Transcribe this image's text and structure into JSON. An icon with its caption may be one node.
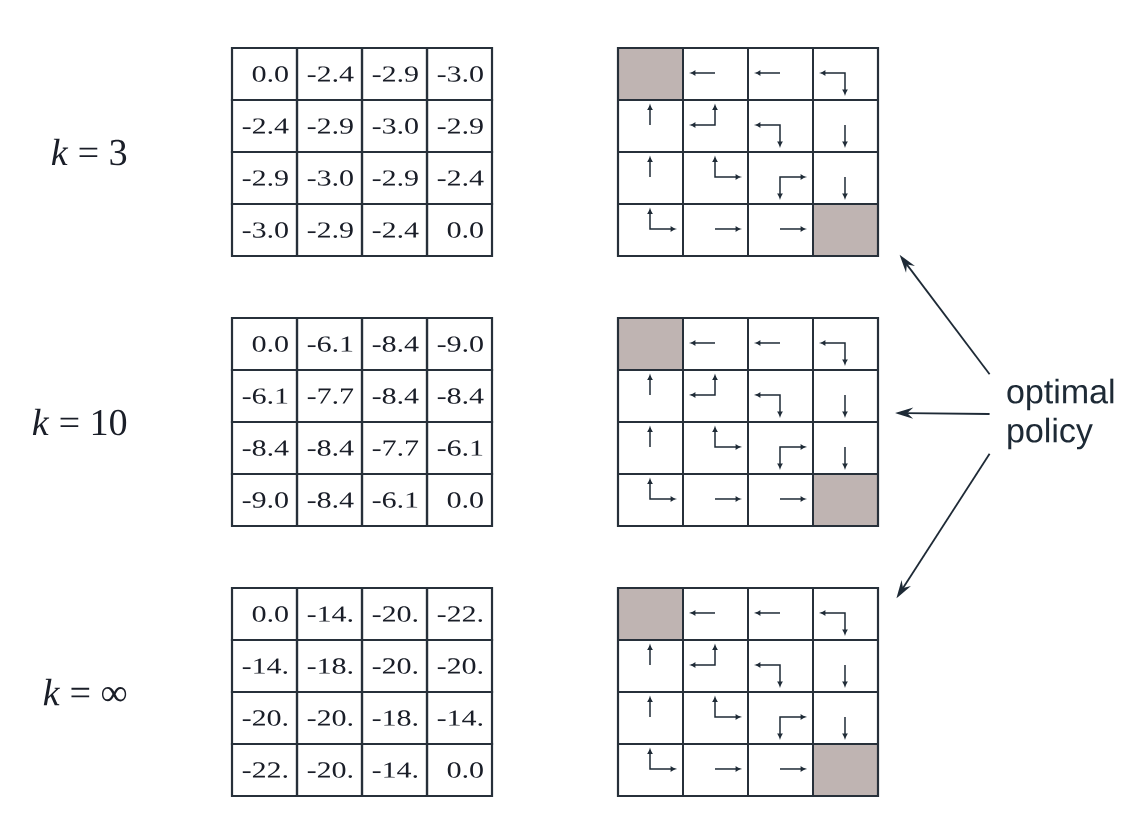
{
  "diagram": {
    "nodes": [
      {
        "text": [],
        "shape": "grid"
      },
      {
        "text": [],
        "shape": "grid"
      },
      {
        "text": [
          "optimal policy"
        ]
      },
      {
        "text": [],
        "shape": "grid"
      }
    ],
    "edges": [
      {
        "from": 2,
        "to": 0,
        "arrow": "to"
      },
      {
        "from": 2,
        "to": 1,
        "arrow": "to"
      },
      {
        "from": 2,
        "to": 3,
        "arrow": "to"
      }
    ],
    "labels": [
      "*k* = 3",
      "0.0",
      "-2.4",
      "-2.9",
      "-3.0",
      "-2.4",
      "-2.9",
      "-3.0",
      "-2.9",
      "-2.9",
      "-3.0",
      "-2.9",
      "-2.4",
      "-3.0",
      "-2.9",
      "-2.4",
      "0.0",
      "*k* = 10",
      "0.0",
      "-6.1",
      "-8.4",
      "-9.0",
      "-6.1",
      "-7.7",
      "-8.4",
      "-8.4",
      "-8.4",
      "-8.4",
      "-7.7",
      "-6.1",
      "-9.0",
      "-8.4",
      "-6.1",
      "0.0",
      "*k* = ∞",
      "0.0",
      "-14.",
      "-20.",
      "-22.",
      "-14.",
      "-18.",
      "-20.",
      "-20.",
      "-20.",
      "-20.",
      "-18.",
      "-14.",
      "-22.",
      "-20.",
      "-14.",
      "0.0"
    ]
  }
}
